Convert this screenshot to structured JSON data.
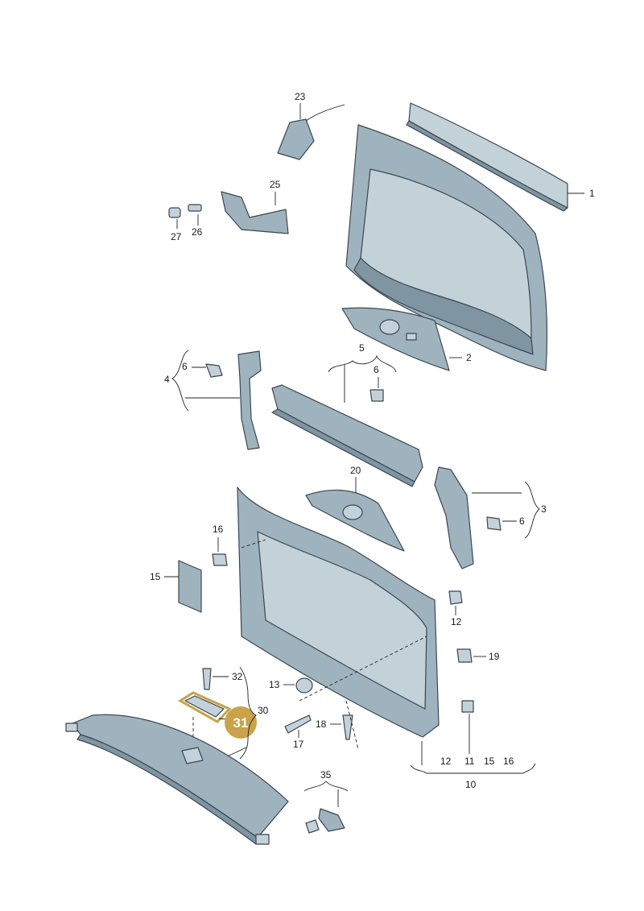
{
  "labels": {
    "l1": "1",
    "l2": "2",
    "l3": "3",
    "l4": "4",
    "l5": "5",
    "l6": "6",
    "l10": "10",
    "l11": "11",
    "l12": "12",
    "l13": "13",
    "l15": "15",
    "l16": "16",
    "l17": "17",
    "l18": "18",
    "l19": "19",
    "l20": "20",
    "l23": "23",
    "l25": "25",
    "l26": "26",
    "l27": "27",
    "l30": "30",
    "l31": "31",
    "l32": "32",
    "l35": "35"
  },
  "highlight": {
    "part": "31",
    "color": "#c9a24a"
  }
}
